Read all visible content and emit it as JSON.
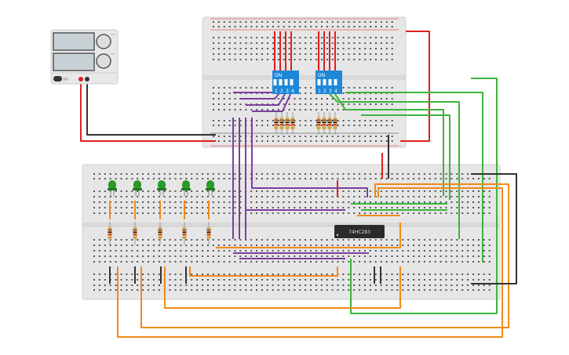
{
  "power_supply": {
    "knob1_label": "VOLT",
    "knob2_label": "CUR",
    "switch_label": "OFF"
  },
  "dip_switches": [
    {
      "on_label": "ON",
      "positions": [
        "1",
        "2",
        "3",
        "4"
      ]
    },
    {
      "on_label": "ON",
      "positions": [
        "1",
        "2",
        "3",
        "4"
      ]
    }
  ],
  "chip": {
    "label": "74HC283"
  },
  "colors": {
    "red": "#e02020",
    "black": "#333333",
    "purple": "#7b3f9e",
    "green": "#3cb43c",
    "orange": "#f08a1a",
    "dip_blue": "#1e88d8",
    "breadboard": "#e6e6e6",
    "led": "#2a9a2a"
  }
}
